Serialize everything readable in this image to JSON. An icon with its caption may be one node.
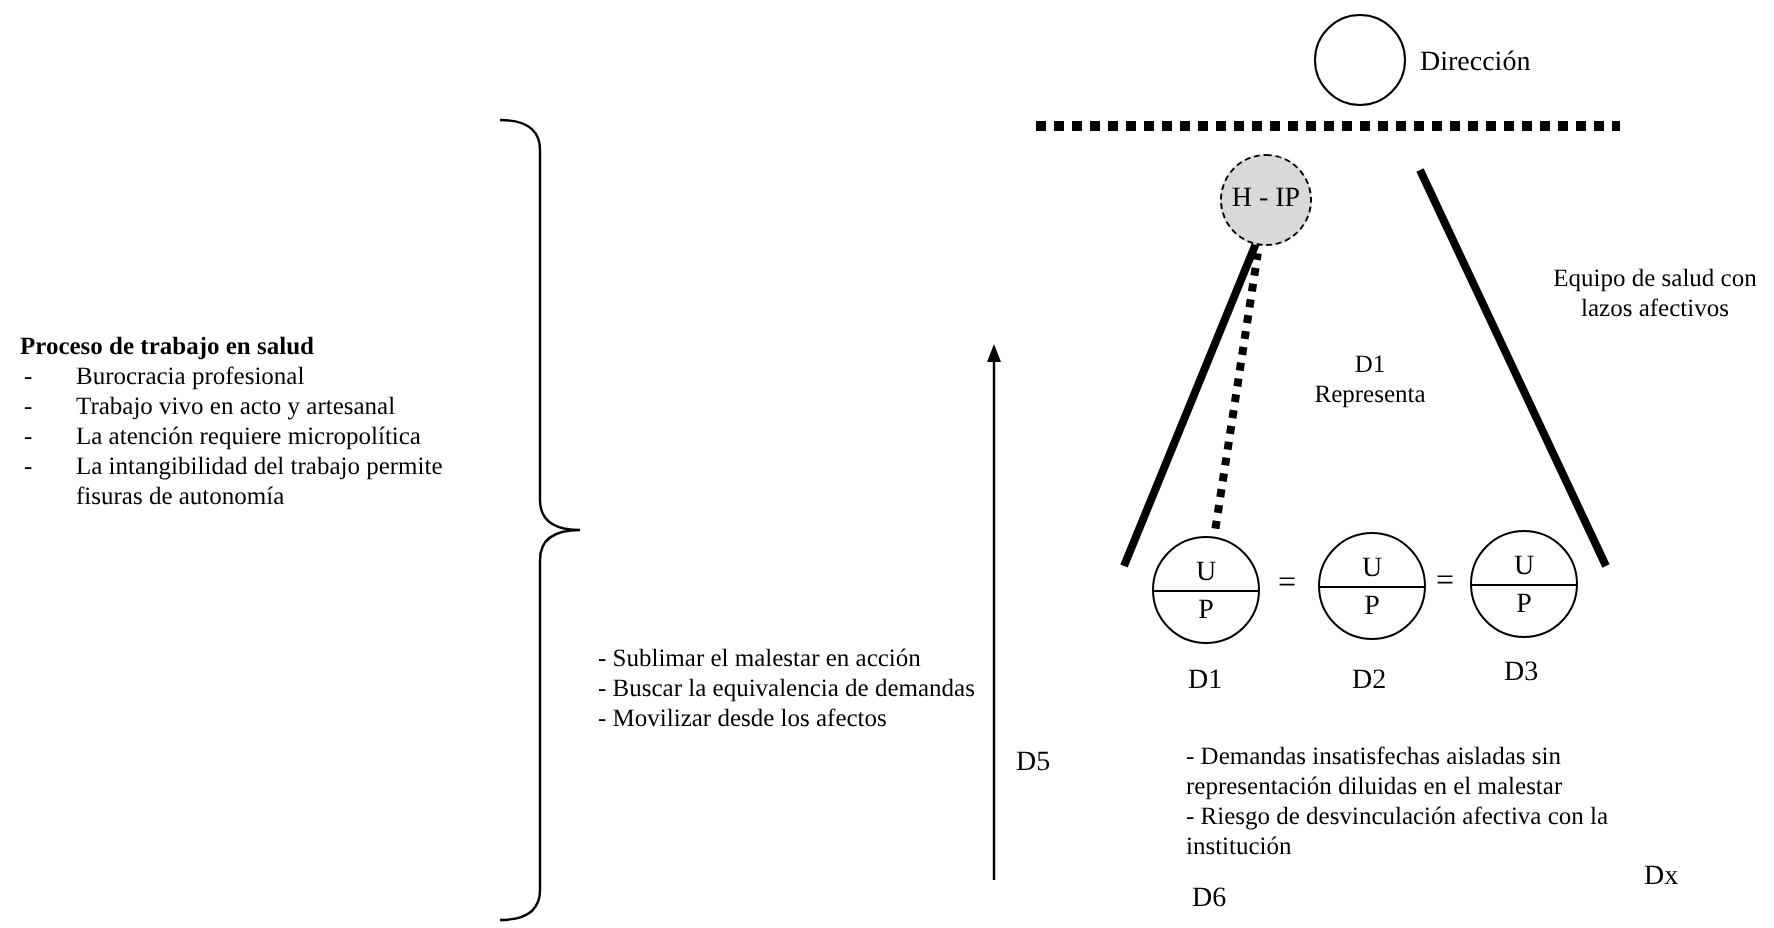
{
  "diagram": {
    "nodes": [
      {
        "text": [],
        "shape": "circle",
        "beside": [
          "Dirección"
        ]
      },
      {
        "text": [
          "H - IP"
        ]
      },
      {
        "text": [
          "U",
          "P"
        ],
        "beside": [
          "D1"
        ]
      },
      {
        "text": [
          "U",
          "P"
        ],
        "beside": [
          "D2"
        ]
      },
      {
        "text": [
          "U",
          "P"
        ],
        "beside": [
          "D3"
        ]
      }
    ],
    "edges": [
      {
        "from": 2,
        "to": 1,
        "arrow": "none",
        "style": "dashed"
      }
    ],
    "labels": [
      "Proceso de trabajo en salud",
      "-",
      "Burocracia profesional",
      "-",
      "Trabajo vivo en acto y artesanal",
      "-",
      "La atención requiere micropolítica",
      "-",
      "La intangibilidad del trabajo permite fisuras de autonomía",
      "Equipo de salud con lazos afectivos",
      "D1 Representa",
      "=",
      "=",
      "- Sublimar el malestar en acción",
      "- Buscar la equivalencia de demandas",
      "- Movilizar desde los afectos",
      "D5",
      "- Demandas insatisfechas aisladas sin representación diluidas en el malestar",
      "- Riesgo de desvinculación afectiva con la institución",
      "D6",
      "Dx"
    ]
  }
}
